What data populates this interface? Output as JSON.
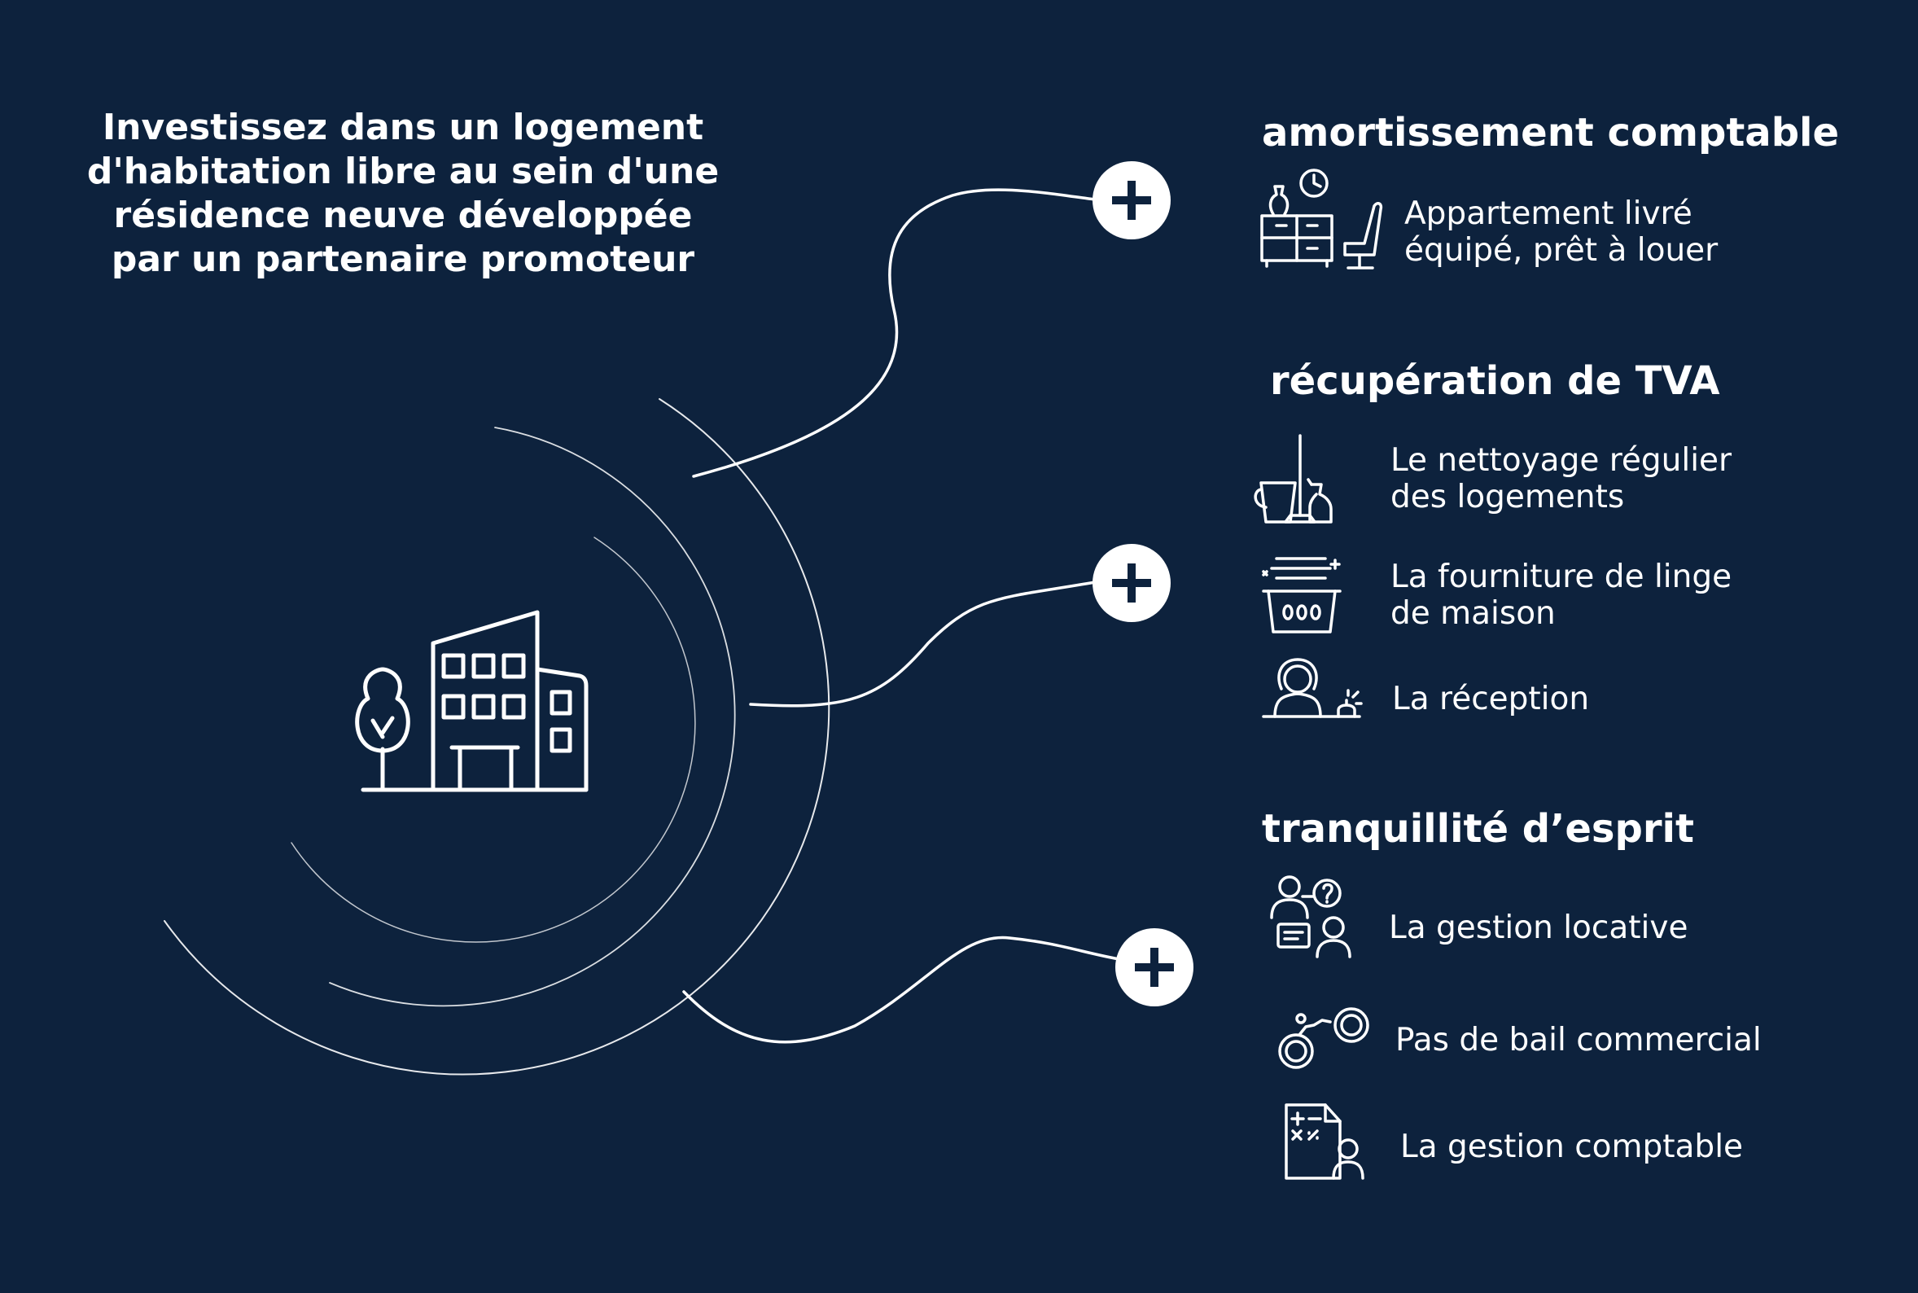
{
  "headline": [
    "Investissez dans un logement",
    "d'habitation libre au sein d'une",
    "résidence neuve développée",
    "par un partenaire promoteur"
  ],
  "colors": {
    "background": "#0d223d",
    "foreground": "#ffffff"
  },
  "sections": [
    {
      "title": "amortissement comptable",
      "items": [
        {
          "icon": "furniture-icon",
          "lines": [
            "Appartement livré",
            "équipé, prêt à louer"
          ]
        }
      ]
    },
    {
      "title": "récupération de TVA",
      "items": [
        {
          "icon": "cleaning-supplies-icon",
          "lines": [
            "Le nettoyage régulier",
            "des logements"
          ]
        },
        {
          "icon": "laundry-basket-icon",
          "lines": [
            "La fourniture de linge",
            "de maison"
          ]
        },
        {
          "icon": "receptionist-icon",
          "lines": [
            "La réception"
          ]
        }
      ]
    },
    {
      "title": "tranquillité d’esprit",
      "items": [
        {
          "icon": "rental-management-icon",
          "lines": [
            "La gestion locative"
          ]
        },
        {
          "icon": "unlocked-handcuffs-icon",
          "lines": [
            "Pas de bail commercial"
          ]
        },
        {
          "icon": "accounting-icon",
          "lines": [
            "La gestion comptable"
          ]
        }
      ]
    }
  ]
}
